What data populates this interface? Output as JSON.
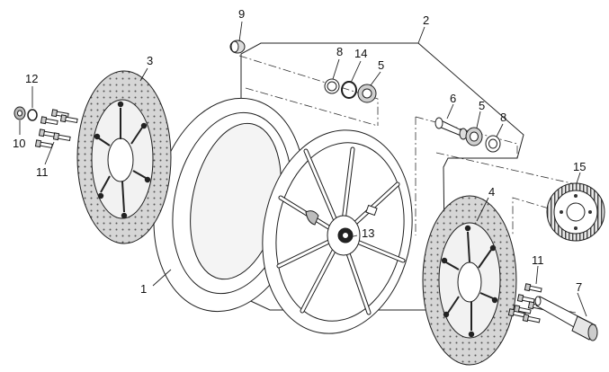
{
  "callouts": [
    {
      "id": "c1",
      "text": "1"
    },
    {
      "id": "c2",
      "text": "2"
    },
    {
      "id": "c3",
      "text": "3"
    },
    {
      "id": "c4",
      "text": "4"
    },
    {
      "id": "c5a",
      "text": "5"
    },
    {
      "id": "c5b",
      "text": "5"
    },
    {
      "id": "c6",
      "text": "6"
    },
    {
      "id": "c7",
      "text": "7"
    },
    {
      "id": "c8a",
      "text": "8"
    },
    {
      "id": "c8b",
      "text": "8"
    },
    {
      "id": "c9",
      "text": "9"
    },
    {
      "id": "c10",
      "text": "10"
    },
    {
      "id": "c11a",
      "text": "11"
    },
    {
      "id": "c11b",
      "text": "11"
    },
    {
      "id": "c12",
      "text": "12"
    },
    {
      "id": "c13",
      "text": "13"
    },
    {
      "id": "c14",
      "text": "14"
    },
    {
      "id": "c15",
      "text": "15"
    }
  ],
  "colors": {
    "line": "#1e1e1e",
    "disc_band": "#d2d2d2",
    "disc_carrier": "#f2f2f2",
    "tyre": "#ffffff",
    "rim": "#ffffff",
    "background": "#ffffff"
  }
}
